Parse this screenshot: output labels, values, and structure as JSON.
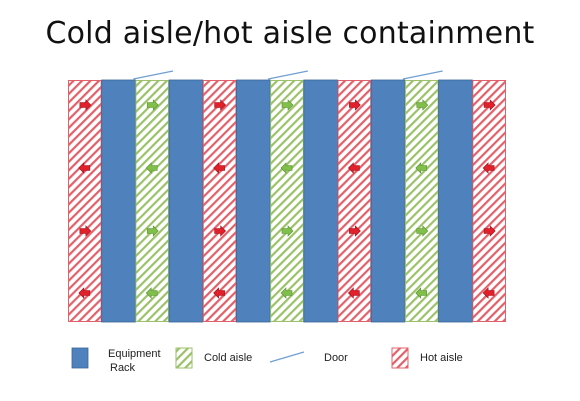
{
  "title": "Cold aisle/hot aisle containment",
  "colors": {
    "rack": "#4f81bd",
    "rack_border": "#3a6598",
    "hot_stripe": "#e2606a",
    "hot_bg": "#ffffff",
    "cold_stripe": "#9bc26a",
    "cold_bg": "#ffffff",
    "hot_arrow": "#e0202a",
    "cold_arrow": "#7fbf4a",
    "door": "#6f9fd2"
  },
  "layout_sequence": [
    "hot",
    "rack",
    "cold",
    "rack",
    "hot",
    "rack",
    "cold",
    "rack",
    "hot",
    "rack",
    "cold",
    "rack",
    "hot"
  ],
  "hot_arrow_directions": [
    [
      "right",
      "left",
      "right",
      "left"
    ],
    [
      "right",
      "left",
      "right",
      "left"
    ],
    [
      "right",
      "left",
      "right",
      "left"
    ],
    [
      "right",
      "left",
      "right",
      "left"
    ]
  ],
  "cold_arrow_directions": [
    [
      "right",
      "left",
      "right",
      "left"
    ],
    [
      "right",
      "left",
      "right",
      "left"
    ],
    [
      "right",
      "left",
      "right",
      "left"
    ]
  ],
  "legend": [
    {
      "key": "rack",
      "label_lines": [
        "Equipment",
        "Rack"
      ]
    },
    {
      "key": "cold",
      "label_lines": [
        "Cold aisle"
      ]
    },
    {
      "key": "door",
      "label_lines": [
        "Door"
      ]
    },
    {
      "key": "hot",
      "label_lines": [
        "Hot aisle"
      ]
    }
  ],
  "icons": {
    "hot_arrow": "red-arrow-icon",
    "cold_arrow": "green-arrow-icon",
    "door": "door-line-icon"
  }
}
